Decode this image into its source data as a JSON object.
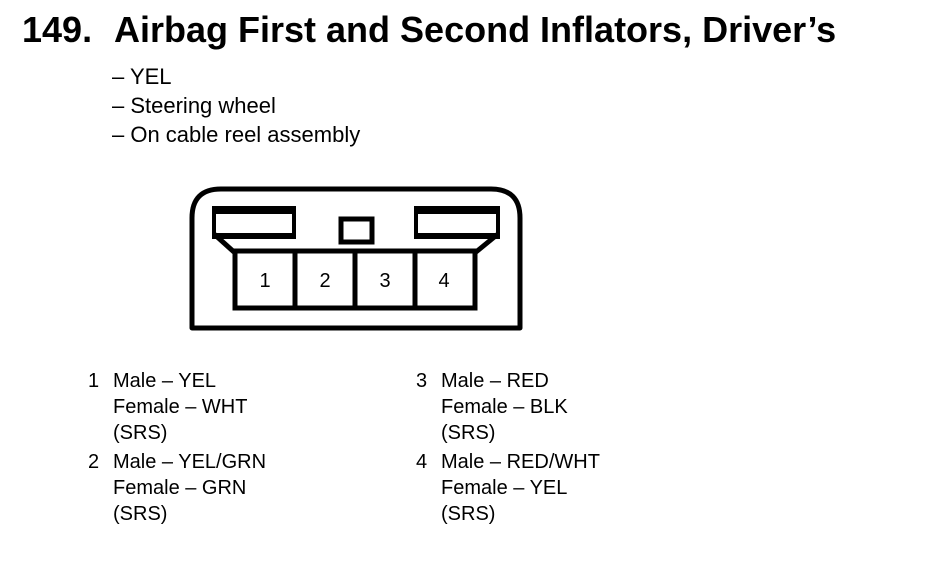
{
  "title": {
    "number": "149.",
    "text": "Airbag First and Second Inflators, Driver’s"
  },
  "details": [
    "– YEL",
    "– Steering wheel",
    "– On cable reel assembly"
  ],
  "connector": {
    "pins": [
      "1",
      "2",
      "3",
      "4"
    ]
  },
  "pinout": {
    "left": [
      {
        "pin": "1",
        "male": "Male – YEL",
        "female": "Female – WHT",
        "circuit": "(SRS)"
      },
      {
        "pin": "2",
        "male": "Male – YEL/GRN",
        "female": "Female – GRN",
        "circuit": "(SRS)"
      }
    ],
    "right": [
      {
        "pin": "3",
        "male": "Male – RED",
        "female": "Female – BLK",
        "circuit": "(SRS)"
      },
      {
        "pin": "4",
        "male": "Male – RED/WHT",
        "female": "Female – YEL",
        "circuit": "(SRS)"
      }
    ]
  }
}
